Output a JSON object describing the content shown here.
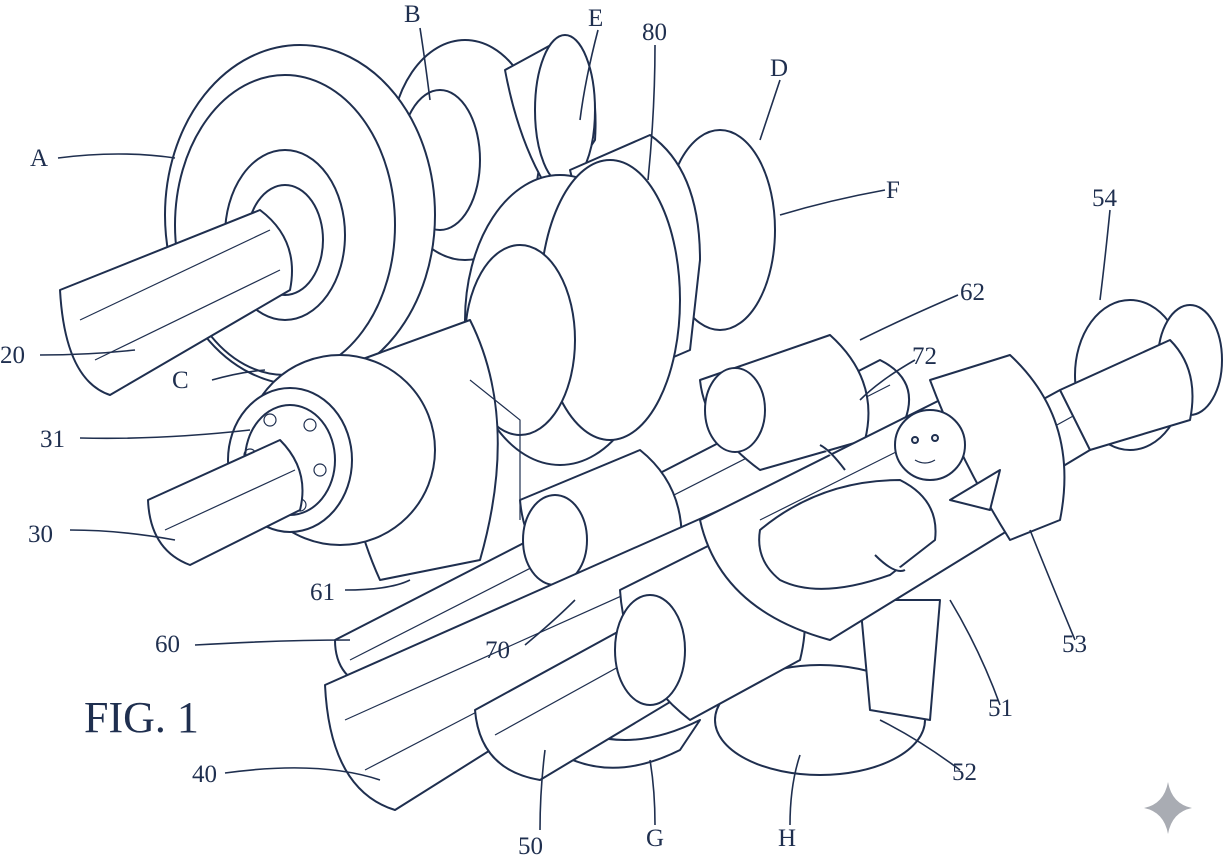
{
  "figure": {
    "title": "FIG. 1"
  },
  "refs": {
    "A": "A",
    "B": "B",
    "C": "C",
    "D": "D",
    "E": "E",
    "F": "F",
    "G": "G",
    "H": "H",
    "n20": "20",
    "n30": "30",
    "n31": "31",
    "n40": "40",
    "n50": "50",
    "n51": "51",
    "n52": "52",
    "n53": "53",
    "n54": "54",
    "n60": "60",
    "n61": "61",
    "n62": "62",
    "n70": "70",
    "n72": "72",
    "n80": "80"
  },
  "colors": {
    "ink": "#1f2f4f",
    "paper": "#ffffff",
    "watermark": "#a9acb3"
  },
  "icons": {
    "watermark": "sparkle-icon"
  }
}
